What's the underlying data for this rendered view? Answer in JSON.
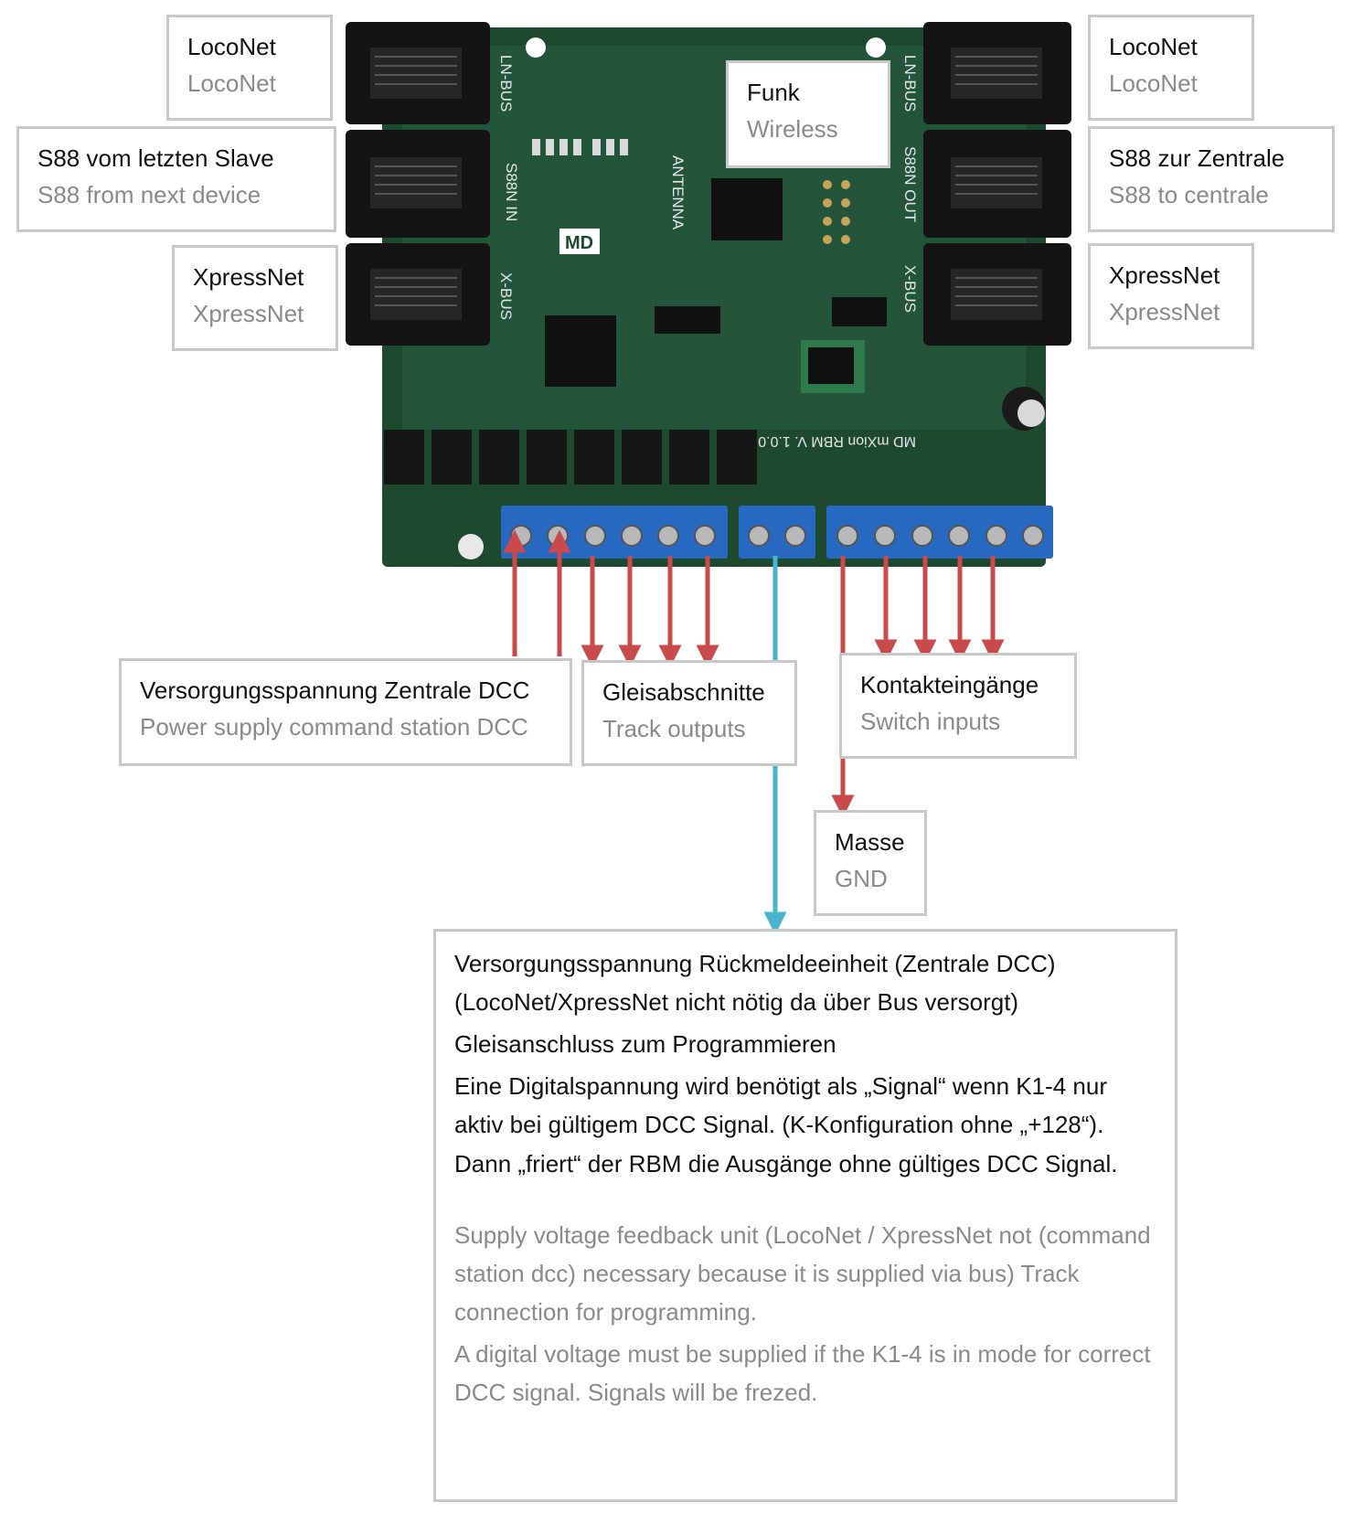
{
  "colors": {
    "board_green": "#1d4a2f",
    "connector_black": "#141414",
    "terminal_blue": "#2768c0",
    "arrow_red": "#c94a4a",
    "arrow_blue": "#4ab3d1"
  },
  "board_silkscreen": {
    "ln_bus_left": "LN-BUS",
    "s88n_in": "S88N IN",
    "x_bus_left": "X-BUS",
    "ln_bus_right": "LN-BUS",
    "s88n_out": "S88N OUT",
    "x_bus_right": "X-BUS",
    "antenna": "ANTENNA",
    "logo": "MD",
    "version": "MD mXion RBM V. 1.0.0"
  },
  "labels": {
    "loconet_left": {
      "de": "LocoNet",
      "en": "LocoNet"
    },
    "s88_in": {
      "de": "S88 vom letzten Slave",
      "en": "S88 from next device"
    },
    "xpressnet_left": {
      "de": "XpressNet",
      "en": "XpressNet"
    },
    "funk": {
      "de": "Funk",
      "en": "Wireless"
    },
    "loconet_right": {
      "de": "LocoNet",
      "en": "LocoNet"
    },
    "s88_out": {
      "de": "S88 zur Zentrale",
      "en": "S88 to centrale"
    },
    "xpressnet_right": {
      "de": "XpressNet",
      "en": "XpressNet"
    },
    "supply": {
      "de": "Versorgungsspannung Zentrale DCC",
      "en": "Power supply command station DCC"
    },
    "track": {
      "de": "Gleisabschnitte",
      "en": "Track outputs"
    },
    "contacts": {
      "de": "Kontakteingänge",
      "en": "Switch inputs"
    },
    "ground": {
      "de": "Masse",
      "en": "GND"
    }
  },
  "note": {
    "de_lines": [
      "Versorgungsspannung Rückmeldeeinheit  (Zentrale DCC)",
      "(LocoNet/XpressNet nicht nötig da über Bus versorgt)",
      "Gleisanschluss zum Programmieren",
      "Eine Digitalspannung wird benötigt als „Signal“ wenn K1-4 nur aktiv bei gültigem DCC Signal. (K-Konfiguration ohne „+128“). Dann „friert“ der RBM die Ausgänge ohne gültiges DCC Signal."
    ],
    "en_lines": [
      "Supply voltage feedback unit (LocoNet / XpressNet not (command station dcc) necessary because it is supplied via bus) Track connection for programming.",
      "A digital voltage must be supplied if the K1-4 is in mode for correct DCC signal. Signals will be frezed."
    ]
  }
}
